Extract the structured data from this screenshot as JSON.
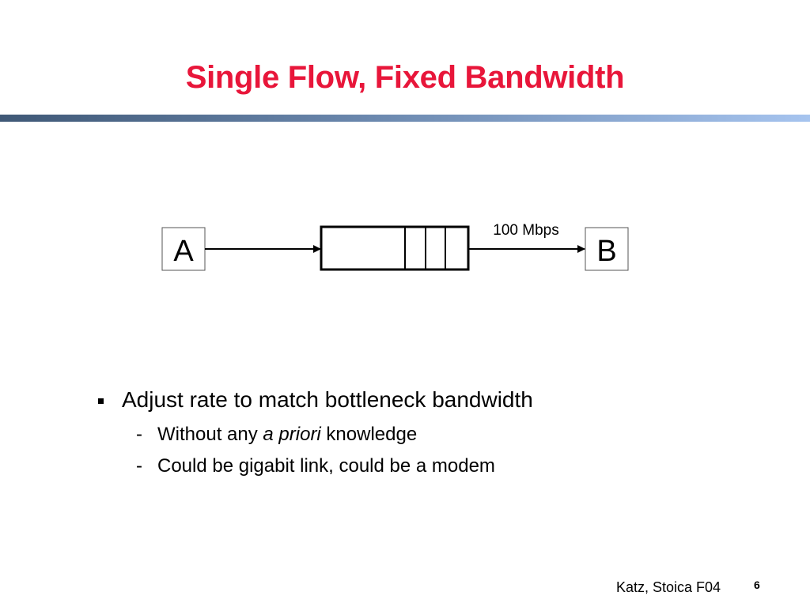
{
  "slide": {
    "title": "Single Flow, Fixed Bandwidth",
    "title_color": "#e8163a"
  },
  "diagram": {
    "source_node": "A",
    "dest_node": "B",
    "link_label": "100 Mbps",
    "queue_slots_filled": 3
  },
  "bullets": [
    {
      "text": "Adjust rate to match bottleneck bandwidth",
      "sub": [
        {
          "marker": "-",
          "before": "Without any ",
          "italic": "a priori",
          "after": " knowledge"
        },
        {
          "marker": "-",
          "before": "Could be gigabit link, could be a modem"
        }
      ]
    }
  ],
  "footer": {
    "authors": "Katz, Stoica F04",
    "page_number": "6"
  }
}
